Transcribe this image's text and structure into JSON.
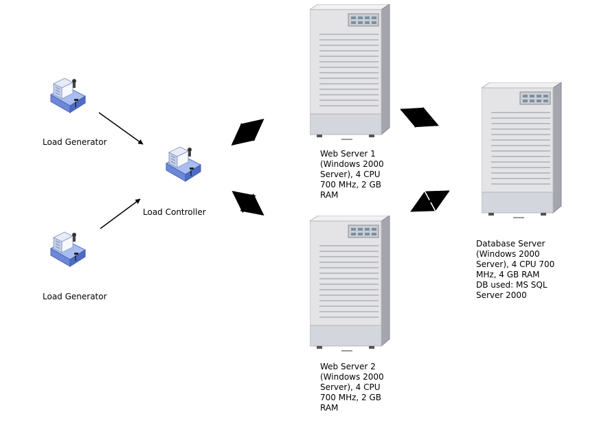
{
  "nodes": {
    "load_generator_top": {
      "label": "Load Generator",
      "icon": "workstation-icon"
    },
    "load_generator_bottom": {
      "label": "Load Generator",
      "icon": "workstation-icon"
    },
    "load_controller": {
      "label": "Load Controller",
      "icon": "workstation-icon"
    },
    "web_server_1": {
      "label": "Web Server 1\n(Windows 2000\nServer), 4 CPU\n700 MHz, 2 GB\nRAM",
      "icon": "tower-server-icon"
    },
    "web_server_2": {
      "label": "Web Server 2\n(Windows  2000\nServer),  4  CPU\n700  MHz,  2  GB\nRAM",
      "icon": "tower-server-icon"
    },
    "database_server": {
      "label": "Database Server\n(Windows 2000\nServer), 4 CPU 700\nMHz, 4 GB RAM\nDB used: MS SQL\nServer 2000",
      "icon": "tower-server-icon"
    }
  },
  "connections": [
    {
      "from": "load_generator_top",
      "to": "load_controller",
      "direction": "one-way"
    },
    {
      "from": "load_generator_bottom",
      "to": "load_controller",
      "direction": "one-way"
    },
    {
      "from": "load_controller",
      "to": "web_server_1",
      "direction": "two-way"
    },
    {
      "from": "load_controller",
      "to": "web_server_2",
      "direction": "two-way"
    },
    {
      "from": "web_server_1",
      "to": "database_server",
      "direction": "two-way"
    },
    {
      "from": "web_server_2",
      "to": "database_server",
      "direction": "two-way"
    }
  ],
  "colors": {
    "workstation_blue": "#7d9ae0",
    "workstation_dark": "#3d5bb0",
    "server_body": "#e4e4e6",
    "server_shadow": "#9a9aa3",
    "server_panel": "#7d8fa0",
    "arrow": "#000000"
  }
}
